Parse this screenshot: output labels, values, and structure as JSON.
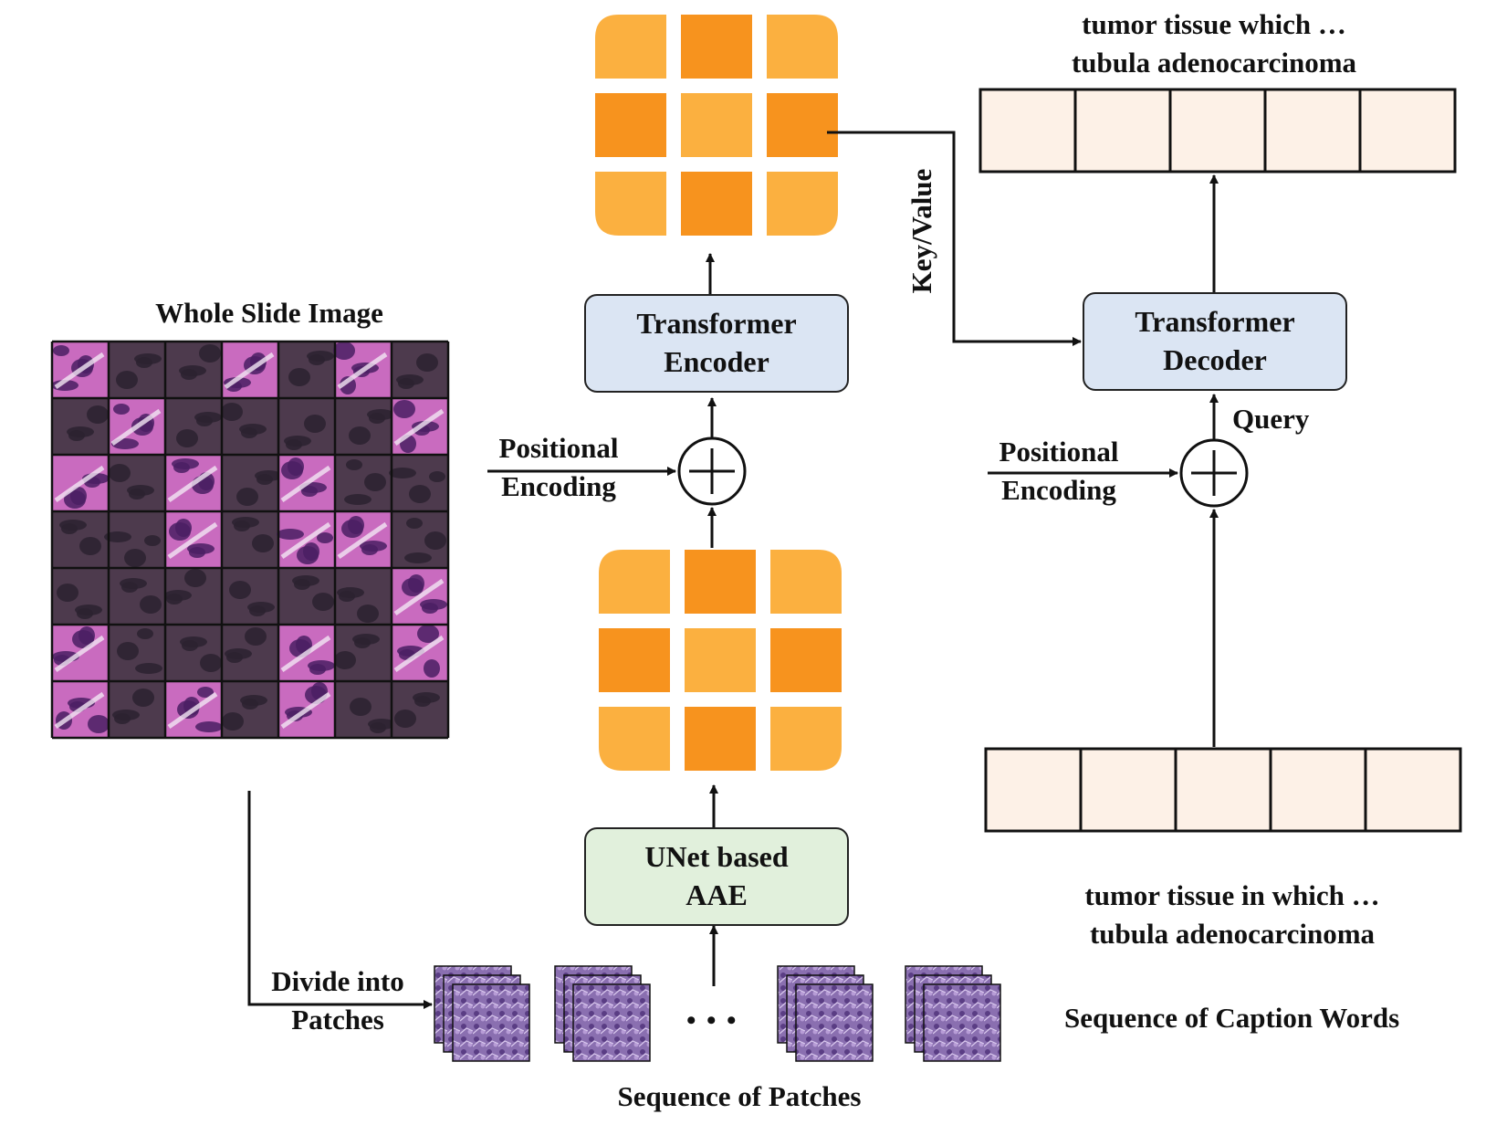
{
  "labels": {
    "whole_slide_image": "Whole Slide Image",
    "divide_into_line1": "Divide into",
    "divide_into_line2": "Patches",
    "sequence_of_patches": "Sequence of Patches",
    "ellipsis": "• • •",
    "positional_encoding_line1": "Positional",
    "positional_encoding_line2": "Encoding",
    "key_value": "Key/Value",
    "query": "Query",
    "sequence_of_caption_words": "Sequence of Caption Words",
    "output_caption_line1": "tumor tissue which …",
    "output_caption_line2": "tubula adenocarcinoma",
    "input_caption_line1": "tumor tissue in which …",
    "input_caption_line2": "tubula adenocarcinoma"
  },
  "blocks": {
    "unet_line1": "UNet based",
    "unet_line2": "AAE",
    "encoder_line1": "Transformer",
    "encoder_line2": "Encoder",
    "decoder_line1": "Transformer",
    "decoder_line2": "Decoder"
  },
  "colors": {
    "token_light": "#fbb040",
    "token_dark": "#f7931e",
    "block_blue": "#dbe5f3",
    "block_green": "#e1f0dc",
    "caption_cell": "#fdf1e7",
    "tissue_light": "#c96bbf",
    "tissue_dark": "#4d3a4d"
  }
}
